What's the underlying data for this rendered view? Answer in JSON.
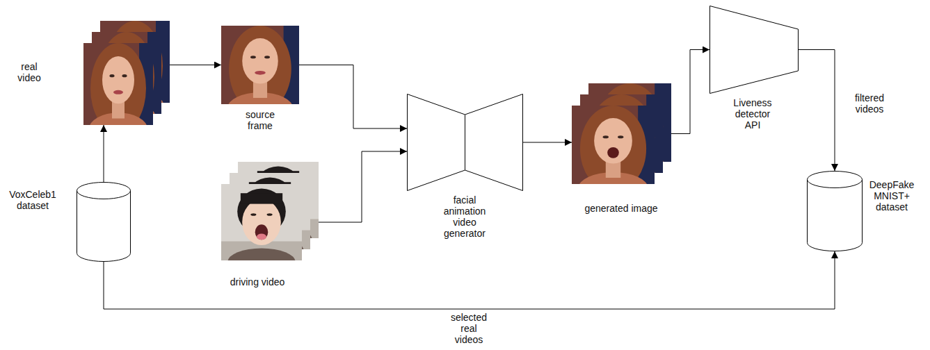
{
  "diagram": {
    "nodes": [
      {
        "text": [
          "real video"
        ]
      },
      {
        "text": [
          "source frame"
        ]
      },
      {
        "text": [
          "driving video"
        ]
      },
      {
        "text": [
          "facial animation video generator"
        ]
      },
      {
        "text": [
          "generated image"
        ]
      },
      {
        "text": [
          "Liveness detector API"
        ]
      },
      {
        "text": [
          "VoxCeleb1 dataset"
        ]
      },
      {
        "text": [
          "DeepFake MNIST+ dataset"
        ]
      }
    ],
    "edges": [
      {
        "from": 6,
        "to": 0,
        "arrow": "to"
      },
      {
        "from": 0,
        "to": 1,
        "arrow": "to"
      },
      {
        "from": 1,
        "to": 3,
        "arrow": "to"
      },
      {
        "from": 2,
        "to": 3,
        "arrow": "to"
      },
      {
        "from": 3,
        "to": 4,
        "arrow": "to"
      },
      {
        "from": 4,
        "to": 5,
        "arrow": "to"
      },
      {
        "from": 5,
        "to": 7,
        "label": "filtered videos",
        "arrow": "to"
      },
      {
        "from": 6,
        "to": 7,
        "label": "selected real videos",
        "arrow": "to"
      }
    ]
  }
}
